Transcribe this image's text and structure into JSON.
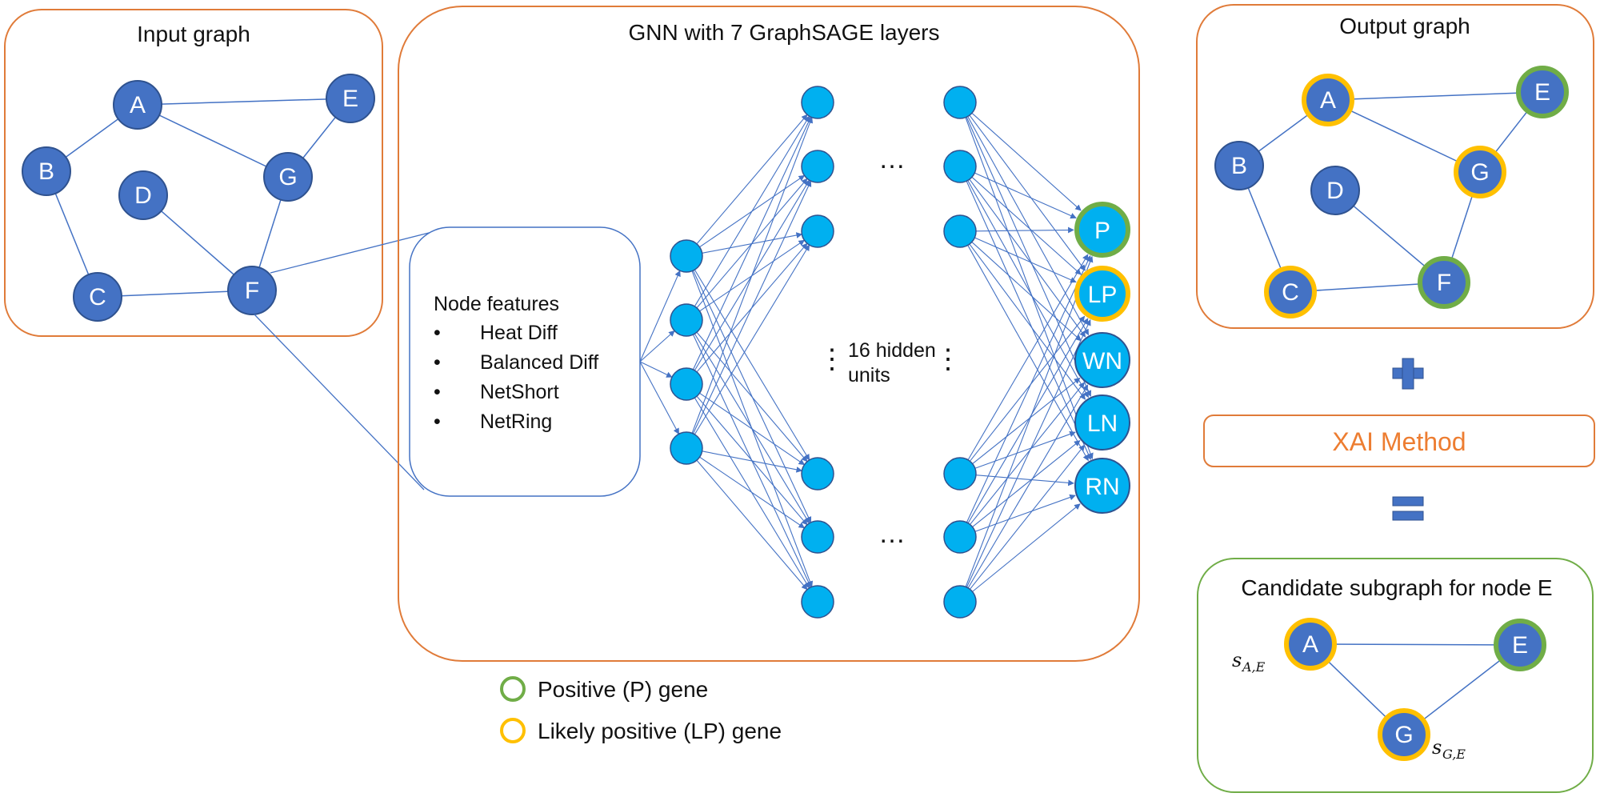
{
  "colors": {
    "panel_orange": "#e07b39",
    "panel_green": "#70ad47",
    "node_dark_blue": "#4472c4",
    "node_stroke": "#2f528f",
    "node_light_blue": "#00b0f0",
    "edge": "#4472c4",
    "ring_positive": "#70ad47",
    "ring_likely_positive": "#ffc000",
    "xai_text": "#ed7d31"
  },
  "input_graph": {
    "title": "Input graph",
    "nodes": [
      "A",
      "B",
      "C",
      "D",
      "E",
      "F",
      "G"
    ]
  },
  "gnn": {
    "title": "GNN with 7 GraphSAGE layers",
    "features": {
      "heading": "Node features",
      "bullet": "•",
      "items": [
        "Heat Diff",
        "Balanced Diff",
        "NetShort",
        "NetRing"
      ]
    },
    "hidden_label_line1": "16 hidden",
    "hidden_label_line2": "units",
    "ellipsis_h": "…",
    "ellipsis_v": "⋮",
    "outputs": [
      "P",
      "LP",
      "WN",
      "LN",
      "RN"
    ]
  },
  "output_graph": {
    "title": "Output graph",
    "nodes": [
      "A",
      "B",
      "C",
      "D",
      "E",
      "F",
      "G"
    ]
  },
  "plus_icon": "plus-icon",
  "equals_icon": "equals-icon",
  "xai": {
    "label": "XAI Method"
  },
  "candidate": {
    "title": "Candidate subgraph for node E",
    "nodes": [
      "A",
      "E",
      "G"
    ],
    "score_ae": {
      "main": "s",
      "sub": "A,E"
    },
    "score_ge": {
      "main": "s",
      "sub": "G,E"
    }
  },
  "legend": {
    "positive": "Positive (P) gene",
    "likely_positive": "Likely positive (LP) gene"
  }
}
